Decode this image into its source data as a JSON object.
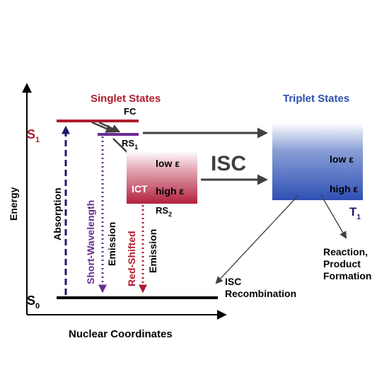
{
  "axes": {
    "y_label": "Energy",
    "x_label": "Nuclear Coordinates"
  },
  "headers": {
    "singlet": "Singlet States",
    "triplet": "Triplet States"
  },
  "levels": {
    "s1_main": "S",
    "s1_sub": "1",
    "s0_main": "S",
    "s0_sub": "0",
    "fc": "FC",
    "rs1_main": "RS",
    "rs1_sub": "1",
    "rs2_main": "RS",
    "rs2_sub": "2",
    "t1_main": "T",
    "t1_sub": "1"
  },
  "ict_box": {
    "label": "ICT",
    "low_eps": "low ε",
    "high_eps": "high ε"
  },
  "triplet_box": {
    "low_eps": "low ε",
    "high_eps": "high ε"
  },
  "transitions": {
    "isc": "ISC",
    "absorption": "Absorption",
    "short_line1": "Short-Wavelength",
    "short_line2": "Emission",
    "red_line1": "Red-Shifted",
    "red_line2": "Emission",
    "isc_recomb_line1": "ISC",
    "isc_recomb_line2": "Recombination",
    "reaction_line1": "Reaction,",
    "reaction_line2": "Product",
    "reaction_line3": "Formation"
  },
  "colors": {
    "singlet_red": "#b01c2e",
    "triplet_blue": "#2e4fae",
    "rs1_purple": "#6a2c91",
    "absorption_navy": "#1f1a6b",
    "arrow_gray": "#404040"
  }
}
